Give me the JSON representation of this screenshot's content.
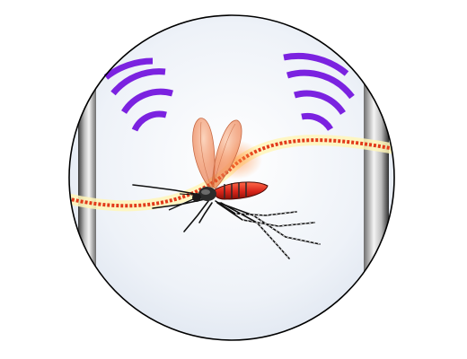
{
  "illustration": {
    "subject": "mosquito",
    "elements": [
      "lens-circle",
      "left-sound-waves-icon",
      "right-sound-waves-icon",
      "left-metal-post",
      "right-metal-post",
      "laser-beam",
      "mosquito"
    ]
  },
  "colors": {
    "background": "#ffffff",
    "lens_fill": "#eef2f8",
    "lens_stroke": "#000000",
    "wave_purple": "#7b22e0",
    "laser_red": "#e23a1a",
    "laser_glow": "#fff3a8",
    "mosquito_body": "#e0301e",
    "mosquito_legs": "#111111",
    "mosquito_wings": "#f08a5a"
  }
}
